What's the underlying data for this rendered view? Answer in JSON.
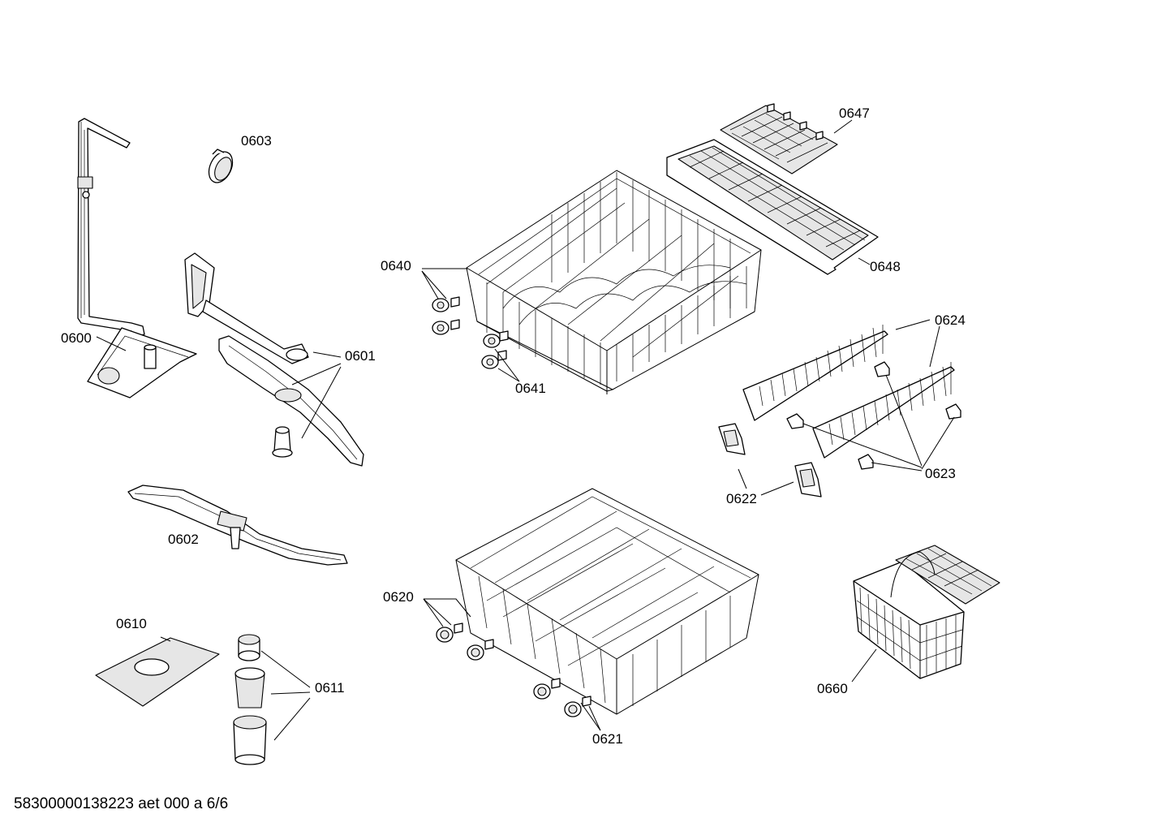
{
  "labels": {
    "p0600": "0600",
    "p0601": "0601",
    "p0602": "0602",
    "p0603": "0603",
    "p0610": "0610",
    "p0611": "0611",
    "p0620": "0620",
    "p0621": "0621",
    "p0622": "0622",
    "p0623": "0623",
    "p0624": "0624",
    "p0640": "0640",
    "p0641": "0641",
    "p0647": "0647",
    "p0648": "0648",
    "p0660": "0660"
  },
  "footer": "58300000138223 aet 000 a 6/6"
}
